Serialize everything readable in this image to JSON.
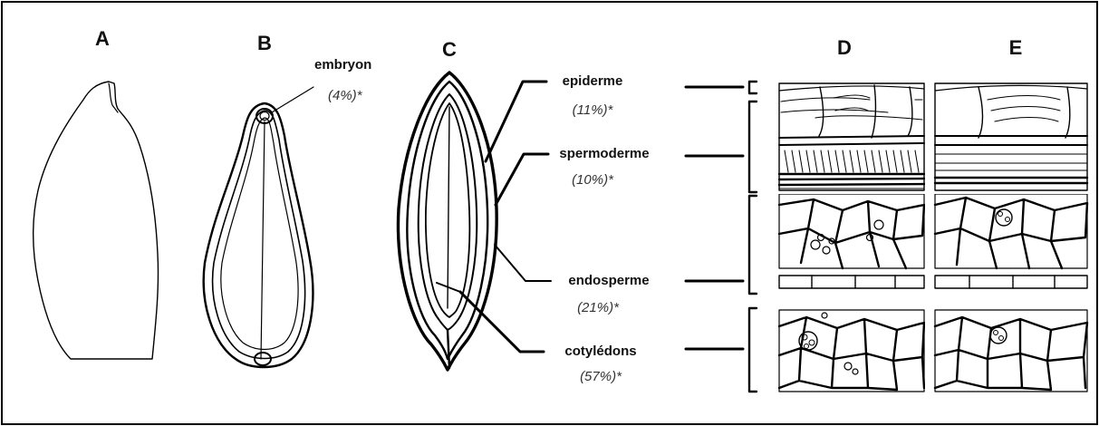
{
  "panels": {
    "a": "A",
    "b": "B",
    "c": "C",
    "d": "D",
    "e": "E"
  },
  "labels": {
    "embryon": {
      "name": "embryon",
      "percent": "(4%)*"
    },
    "epiderme": {
      "name": "epiderme",
      "percent": "(11%)*"
    },
    "spermoderme": {
      "name": "spermoderme",
      "percent": "(10%)*"
    },
    "endosperme": {
      "name": "endosperme",
      "percent": "(21%)*"
    },
    "cotyledons": {
      "name": "cotylédons",
      "percent": "(57%)*"
    }
  }
}
